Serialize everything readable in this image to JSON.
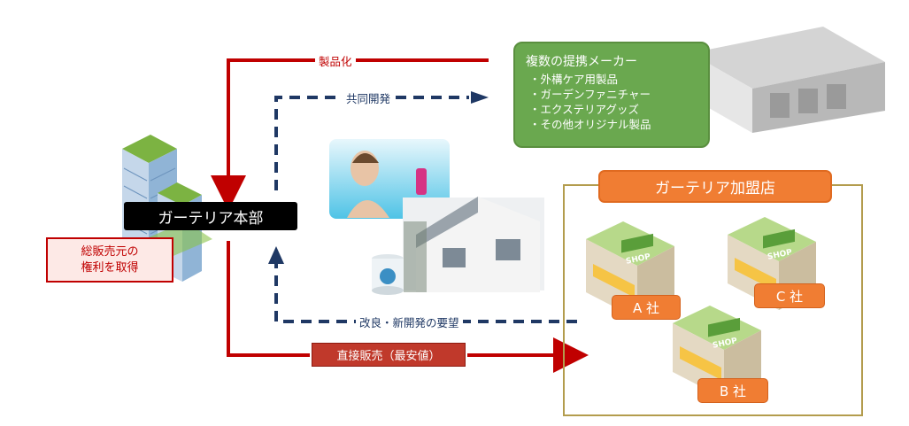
{
  "headquarters": {
    "label": "ガーテリア本部"
  },
  "rights_box": {
    "line1": "総販売元の",
    "line2": "権利を取得"
  },
  "maker_box": {
    "title": "複数の提携メーカー",
    "items": [
      "・外構ケア用製品",
      "・ガーデンファニチャー",
      "・エクステリアグッズ",
      "・その他オリジナル製品"
    ]
  },
  "franchise": {
    "title": "ガーテリア加盟店",
    "companies": [
      {
        "label": "A 社"
      },
      {
        "label": "C 社"
      },
      {
        "label": "B 社"
      }
    ],
    "shop_sign": "SHOP"
  },
  "flows": {
    "productize": "製品化",
    "co_develop": "共同開発",
    "improvement_request": "改良・新開発の要望",
    "direct_sales": "直接販売（最安値）"
  },
  "colors": {
    "red_arrow": "#c00000",
    "navy_arrow": "#1f3864",
    "maker_green": "#6aa84f",
    "franchise_orange": "#f07d33",
    "franchise_border": "#b39c4d"
  }
}
